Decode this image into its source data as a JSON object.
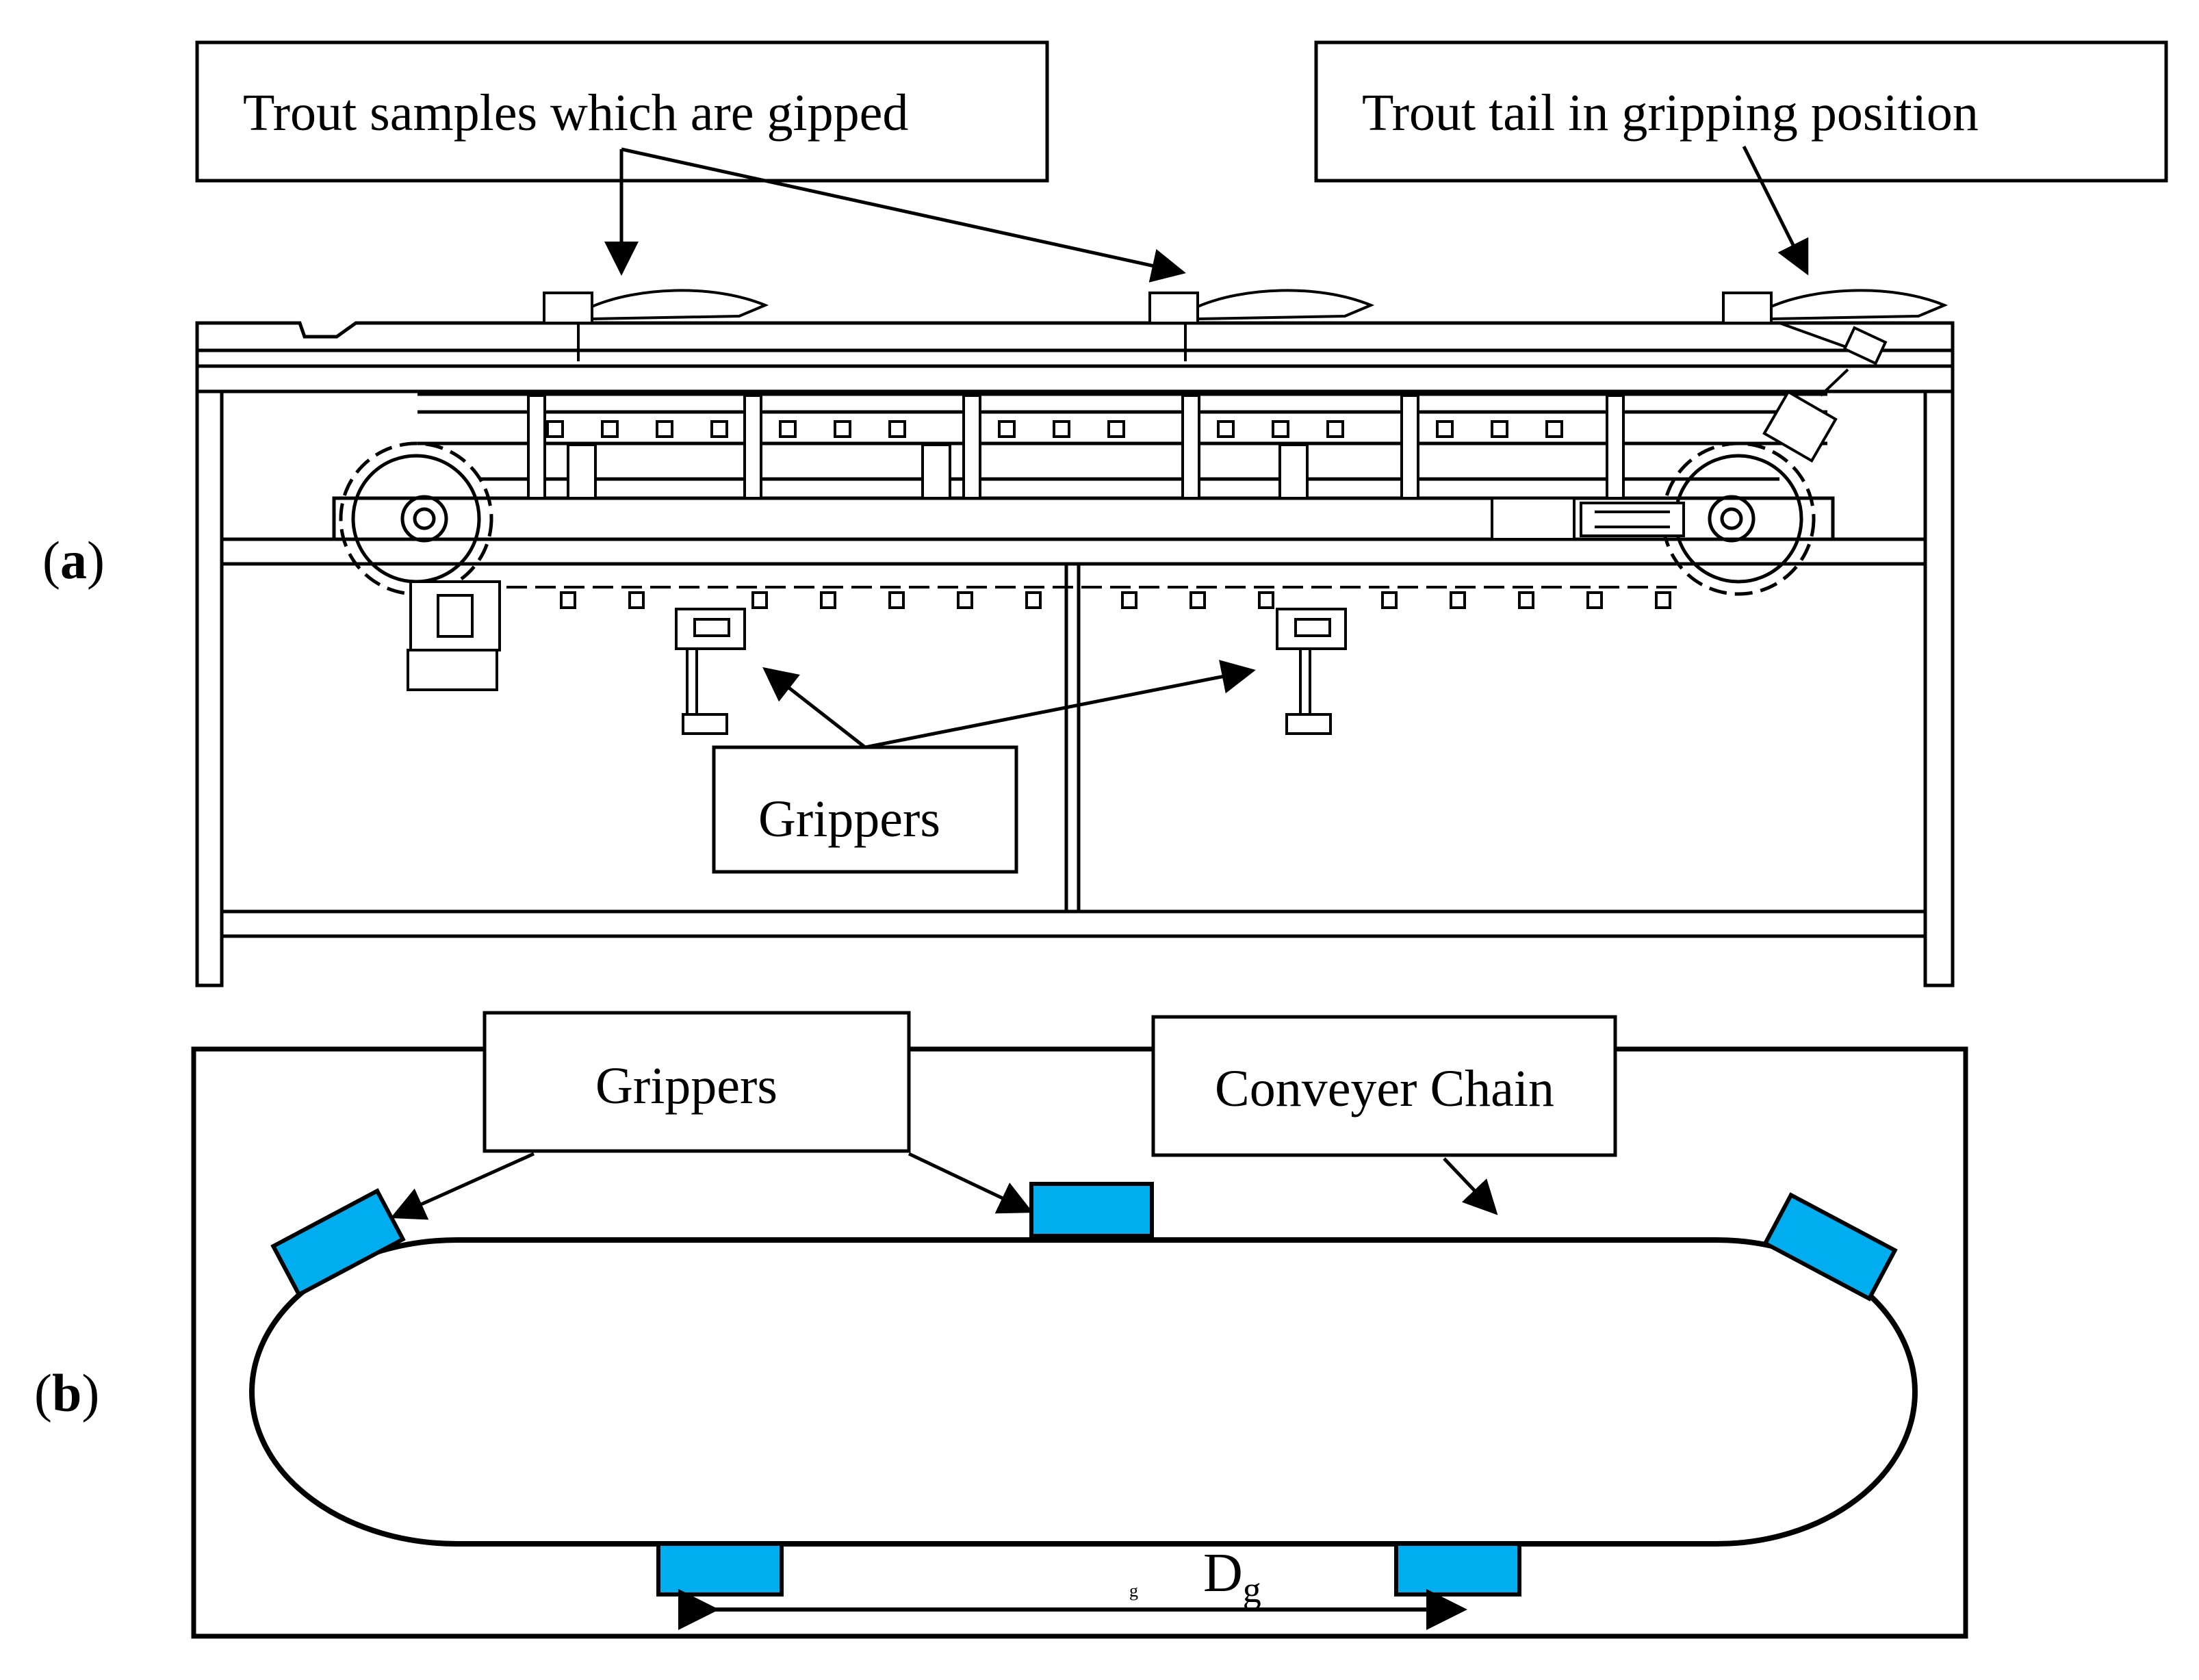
{
  "panel_a": {
    "label_open": "(",
    "label_letter": "a",
    "label_close": ")",
    "callout_trout_samples": "Trout samples which are gipped",
    "callout_trout_tail": "Trout tail in gripping position",
    "callout_grippers": "Grippers"
  },
  "panel_b": {
    "label_open": "(",
    "label_letter": "b",
    "label_close": ")",
    "callout_grippers": "Grippers",
    "callout_conveyer_chain": "Conveyer Chain",
    "distance_symbol": "D",
    "distance_subscript": "g",
    "stray_mark": "g"
  },
  "colors": {
    "gripper_fill": "#00aeef",
    "line": "#000000",
    "background": "#ffffff"
  }
}
